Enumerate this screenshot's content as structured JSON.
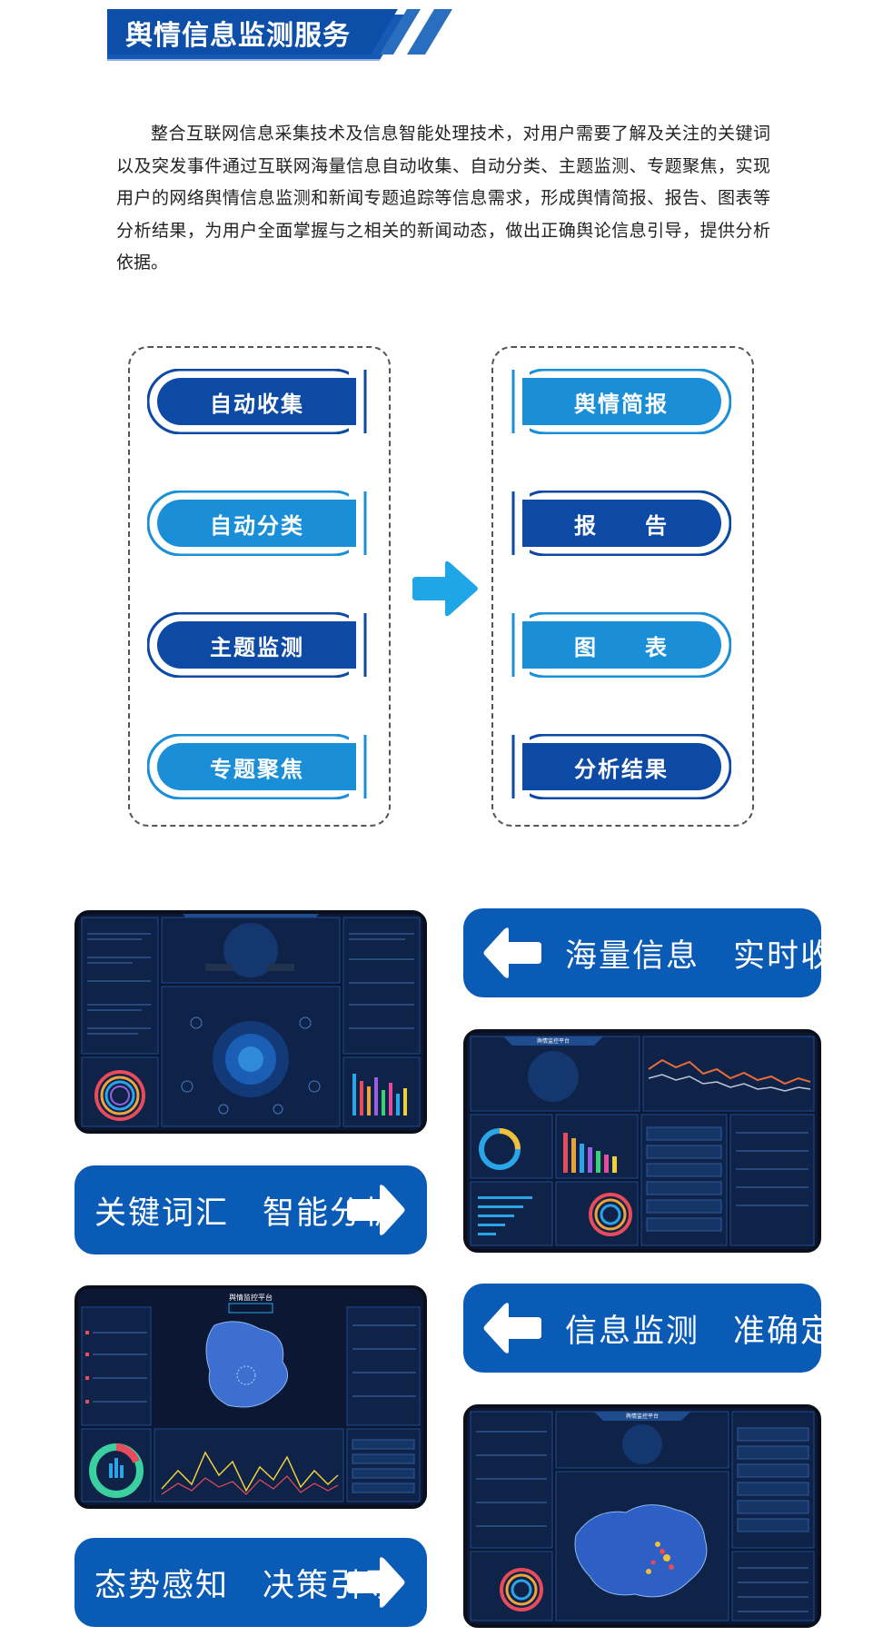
{
  "title": "舆情信息监测服务",
  "intro": "整合互联网信息采集技术及信息智能处理技术，对用户需要了解及关注的关键词以及突发事件通过互联网海量信息自动收集、自动分类、主题监测、专题聚焦，实现用户的网络舆情信息监测和新闻专题追踪等信息需求，形成舆情简报、报告、图表等分析结果，为用户全面掌握与之相关的新闻动态，做出正确舆论信息引导，提供分析依据。",
  "left_items": [
    "自动收集",
    "自动分类",
    "主题监测",
    "专题聚焦"
  ],
  "right_items": [
    "舆情简报",
    "报　　告",
    "图　　表",
    "分析结果"
  ],
  "banners": {
    "b1": "海量信息　实时收集",
    "b2": "关键词汇　智能分析",
    "b3": "信息监测　准确定位",
    "b4": "态势感知　决策引导"
  },
  "dashboards": {
    "d1_title": "舆情监控平台",
    "d2_title": "舆情监控平台",
    "d3_title": "舆情监控平台",
    "d4_title": "舆情监控平台"
  },
  "colors": {
    "dark_blue": "#0a5bb5",
    "pill_dark": "#0d4aa5",
    "pill_light": "#1a8fd8",
    "arrow_cyan": "#1ea6e6",
    "dash_bg": "#0d1b3a"
  }
}
